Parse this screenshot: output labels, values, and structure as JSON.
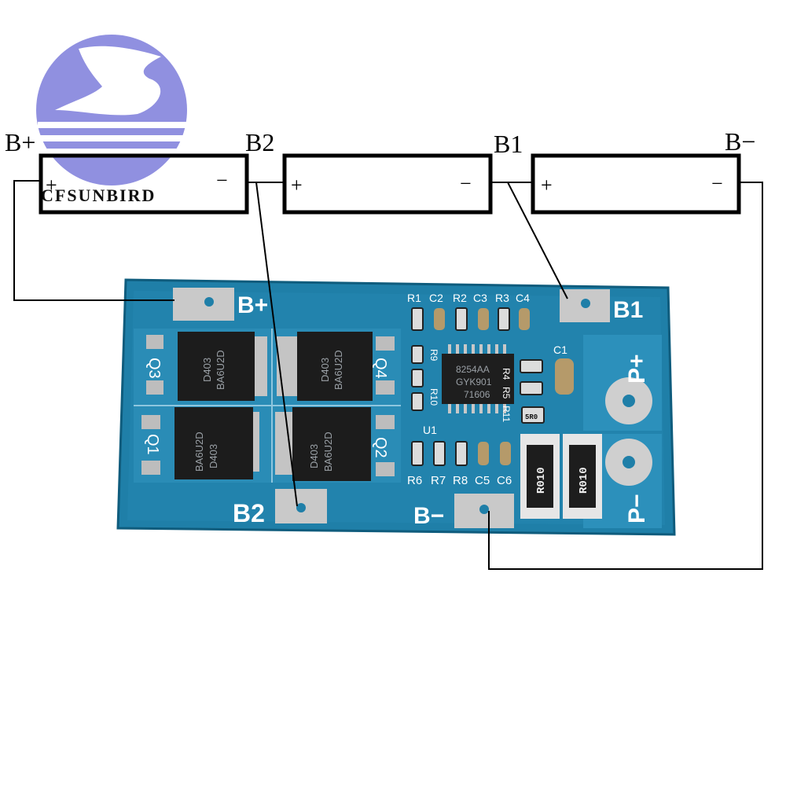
{
  "logo": {
    "text": "CFSUNBIRD",
    "color": "#8f8fe0"
  },
  "batteries": {
    "terminals": [
      "B+",
      "B2",
      "B1",
      "B−"
    ],
    "cells": [
      {
        "plus": "+",
        "minus": "−"
      },
      {
        "plus": "+",
        "minus": "−"
      },
      {
        "plus": "+",
        "minus": "−"
      }
    ]
  },
  "board": {
    "color": "#1f7fa8",
    "pads": {
      "bplus": "B+",
      "b1": "B1",
      "b2": "B2",
      "bminus": "B−",
      "pplus": "P+",
      "pminus": "P−"
    },
    "mosfets": [
      {
        "ref": "Q3",
        "line1": "D403",
        "line2": "BA6U2D"
      },
      {
        "ref": "Q4",
        "line1": "D403",
        "line2": "BA6U2D"
      },
      {
        "ref": "Q1",
        "line1": "D403",
        "line2": "BA6U2D"
      },
      {
        "ref": "Q2",
        "line1": "D403",
        "line2": "BA6U2D"
      }
    ],
    "ic": {
      "ref": "U1",
      "line1": "8254AA",
      "line2": "GYK901",
      "line3": "71606"
    },
    "top_labels": [
      "R1",
      "C2",
      "R2",
      "C3",
      "R3",
      "C4"
    ],
    "bottom_labels": [
      "R6",
      "R7",
      "R8",
      "C5",
      "C6"
    ],
    "c1": "C1",
    "mid_labels": [
      "R4",
      "R5",
      "R9",
      "R10",
      "R11"
    ],
    "shunts": [
      "R010",
      "R010"
    ],
    "small_chip": "5R0"
  }
}
